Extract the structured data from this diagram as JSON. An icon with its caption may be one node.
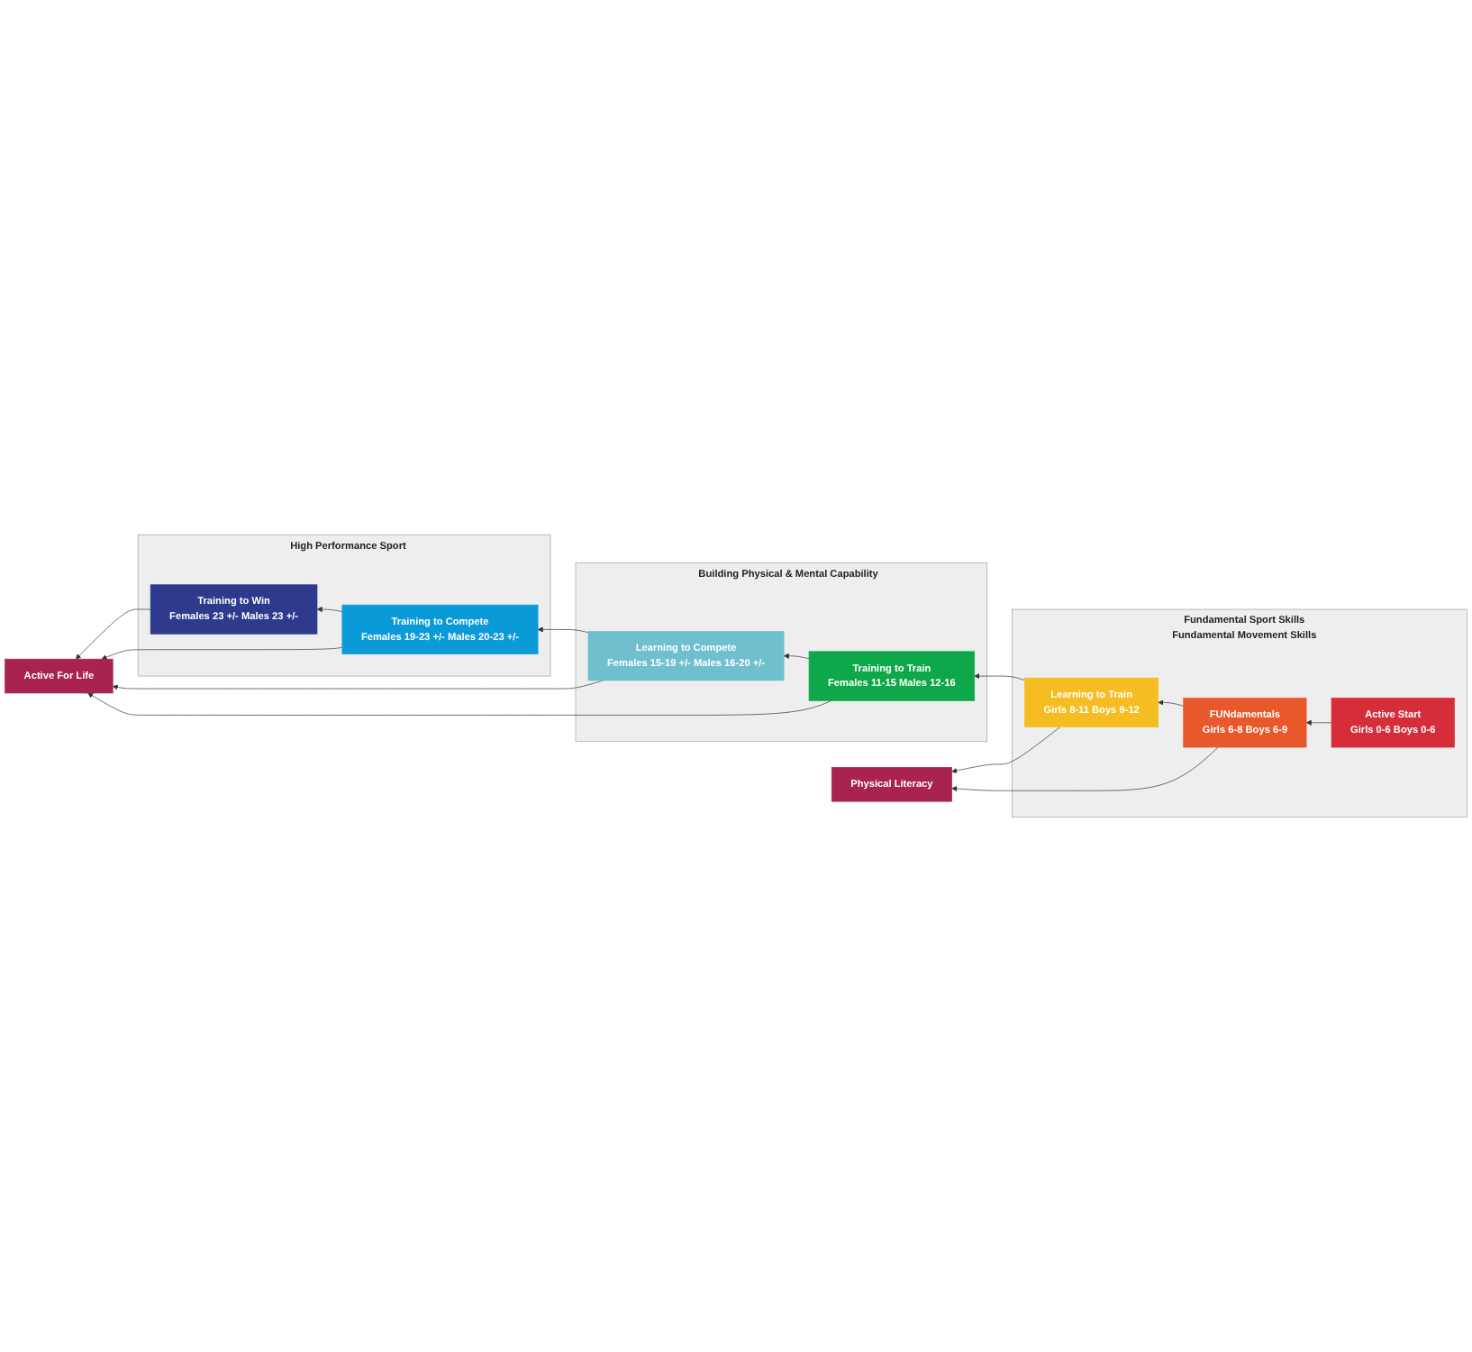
{
  "diagram": {
    "nodes": [
      {
        "text": [
          "Active For Life"
        ]
      },
      {
        "text": [
          "Physical Literacy"
        ]
      },
      {
        "text": [
          "High Performance Sport"
        ]
      },
      {
        "text": [
          "Training to Win",
          "Females 23 +/- Males 23 +/-"
        ],
        "in": 2
      },
      {
        "text": [
          "Training to Compete",
          "Females 19-23 +/- Males 20-23 +/-"
        ],
        "in": 2
      },
      {
        "text": [
          "Building Physical & Mental Capability"
        ]
      },
      {
        "text": [
          "Learning to Compete",
          "Females 15-19 +/- Males 16-20 +/-"
        ],
        "in": 5
      },
      {
        "text": [
          "Training to Train",
          "Females 11-15 Males 12-16"
        ],
        "in": 5
      },
      {
        "text": [
          "Fundamental Sport Skills",
          "Fundamental Movement Skills"
        ]
      },
      {
        "text": [
          "Learning to Train",
          "Girls 8-11 Boys 9-12"
        ],
        "in": 8
      },
      {
        "text": [
          "FUNdamentals",
          "Girls 6-8 Boys 6-9"
        ],
        "in": 8
      },
      {
        "text": [
          "Active Start",
          "Girls 0-6 Boys 0-6"
        ],
        "in": 8
      }
    ],
    "edges": [
      {
        "from": 11,
        "to": 10,
        "arrow": "to"
      },
      {
        "from": 10,
        "to": 9,
        "arrow": "to"
      },
      {
        "from": 9,
        "to": 7,
        "arrow": "to"
      },
      {
        "from": 7,
        "to": 6,
        "arrow": "to"
      },
      {
        "from": 6,
        "to": 4,
        "arrow": "to"
      },
      {
        "from": 4,
        "to": 3,
        "arrow": "to"
      },
      {
        "from": 3,
        "to": 0,
        "arrow": "to"
      },
      {
        "from": 4,
        "to": 0,
        "arrow": "to"
      },
      {
        "from": 6,
        "to": 0,
        "arrow": "to"
      },
      {
        "from": 7,
        "to": 0,
        "arrow": "to"
      },
      {
        "from": 9,
        "to": 1,
        "arrow": "to"
      },
      {
        "from": 10,
        "to": 1,
        "arrow": "to"
      }
    ]
  }
}
